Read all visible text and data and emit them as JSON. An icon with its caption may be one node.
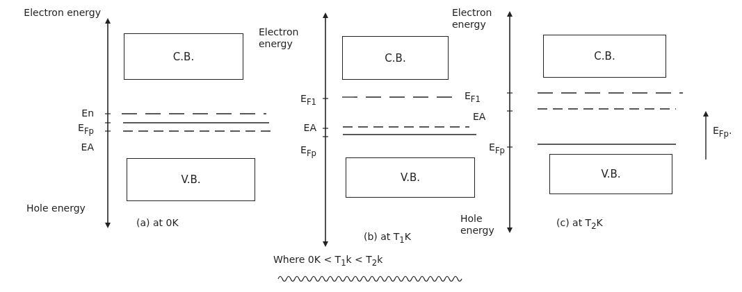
{
  "diagram": {
    "nodes": [
      {
        "text": [
          "C.B."
        ]
      },
      {
        "text": [
          "V.B."
        ]
      },
      {
        "text": [
          "C.B."
        ]
      },
      {
        "text": [
          "V.B."
        ]
      },
      {
        "text": [
          "C.B."
        ]
      },
      {
        "text": [
          "V.B."
        ]
      }
    ],
    "edges": [],
    "labels": [
      "Electron energy",
      "En",
      "E$_{Fp}$",
      "EA",
      "Hole energy",
      "(a) at 0K",
      "Electron energy",
      "E$_{F1}$",
      "EA",
      "E$_{Fp}$",
      "(b) at T$_{1}$K",
      "Electron energy",
      "E$_{F1}$",
      "EA",
      "E$_{Fp}$",
      "Hole energy",
      "(c) at T$_{2}$K",
      "E$_{Fp}$.",
      "Where 0K < T$_{1}$k < T$_{2}$k"
    ]
  }
}
